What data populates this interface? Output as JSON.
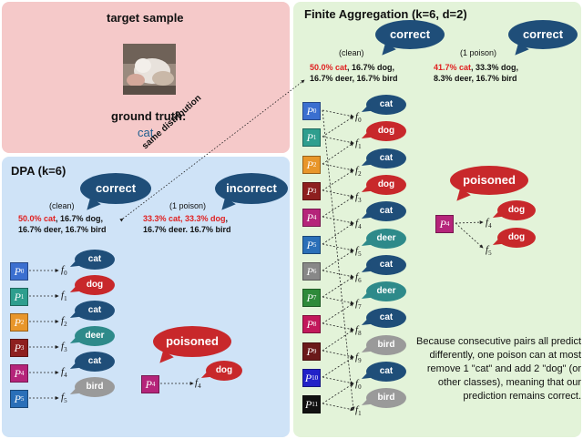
{
  "target": {
    "title": "target sample",
    "ground_truth_label": "ground truth:",
    "ground_truth_value": "cat"
  },
  "link_label": "same distribution",
  "dpa": {
    "title": "DPA (k=6)",
    "correct_bubble": "correct",
    "incorrect_bubble": "incorrect",
    "clean_caption": "(clean)",
    "poison_caption": "(1 poison)",
    "clean_line1_red": "50.0% cat",
    "clean_line1_rest": ", 16.7% dog,",
    "clean_line2": "16.7% deer, 16.7% bird",
    "poison_line1_red": "33.3% cat, 33.3% dog",
    "poison_line1_rest": ",",
    "poison_line2": "16.7% deer. 16.7% bird",
    "partitions": [
      {
        "p": "P",
        "sub": "0",
        "f": "f",
        "fsub": "0",
        "pred": "cat",
        "color": "#3b6fd0",
        "pred_color": "#1f4e79"
      },
      {
        "p": "P",
        "sub": "1",
        "f": "f",
        "fsub": "1",
        "pred": "dog",
        "color": "#2e9e8e",
        "pred_color": "#c8282b"
      },
      {
        "p": "P",
        "sub": "2",
        "f": "f",
        "fsub": "2",
        "pred": "cat",
        "color": "#e8962a",
        "pred_color": "#1f4e79"
      },
      {
        "p": "P",
        "sub": "3",
        "f": "f",
        "fsub": "3",
        "pred": "deer",
        "color": "#8e1f1f",
        "pred_color": "#2e8a8a"
      },
      {
        "p": "P",
        "sub": "4",
        "f": "f",
        "fsub": "4",
        "pred": "cat",
        "color": "#b5247a",
        "pred_color": "#1f4e79"
      },
      {
        "p": "P",
        "sub": "5",
        "f": "f",
        "fsub": "5",
        "pred": "bird",
        "color": "#2a6fb8",
        "pred_color": "#9a9a9a"
      }
    ],
    "poisoned_bubble": "poisoned",
    "poisoned": {
      "p": "P",
      "sub": "4",
      "f": "f",
      "fsub": "4",
      "pred": "dog"
    }
  },
  "fa": {
    "title": "Finite Aggregation (k=6, d=2)",
    "correct_bubble_1": "correct",
    "correct_bubble_2": "correct",
    "clean_caption": "(clean)",
    "poison_caption": "(1 poison)",
    "clean_line1_red": "50.0% cat",
    "clean_line1_rest": ", 16.7% dog,",
    "clean_line2": "16.7% deer, 16.7% bird",
    "poison_line1_red": "41.7% cat",
    "poison_line1_rest": ", 33.3% dog,",
    "poison_line2": "8.3% deer, 16.7% bird",
    "partitions": [
      {
        "p": "P",
        "sub": "0",
        "color": "#3b6fd0"
      },
      {
        "p": "P",
        "sub": "1",
        "color": "#2e9e8e"
      },
      {
        "p": "P",
        "sub": "2",
        "color": "#e8962a"
      },
      {
        "p": "P",
        "sub": "3",
        "color": "#8e1f1f"
      },
      {
        "p": "P",
        "sub": "4",
        "color": "#b5247a"
      },
      {
        "p": "P",
        "sub": "5",
        "color": "#2a6fb8"
      },
      {
        "p": "P",
        "sub": "6",
        "color": "#888888"
      },
      {
        "p": "P",
        "sub": "7",
        "color": "#2e8a3a"
      },
      {
        "p": "P",
        "sub": "8",
        "color": "#c2185b"
      },
      {
        "p": "P",
        "sub": "9",
        "color": "#6b1a1a"
      },
      {
        "p": "P",
        "sub": "10",
        "color": "#2222c8"
      },
      {
        "p": "P",
        "sub": "11",
        "color": "#111111"
      }
    ],
    "classifiers": [
      {
        "f": "f",
        "sub": "0",
        "pred": "cat",
        "pred_color": "#1f4e79"
      },
      {
        "f": "f",
        "sub": "1",
        "pred": "dog",
        "pred_color": "#c8282b"
      },
      {
        "f": "f",
        "sub": "2",
        "pred": "cat",
        "pred_color": "#1f4e79"
      },
      {
        "f": "f",
        "sub": "3",
        "pred": "dog",
        "pred_color": "#c8282b"
      },
      {
        "f": "f",
        "sub": "4",
        "pred": "cat",
        "pred_color": "#1f4e79"
      },
      {
        "f": "f",
        "sub": "5",
        "pred": "deer",
        "pred_color": "#2e8a8a"
      },
      {
        "f": "f",
        "sub": "6",
        "pred": "cat",
        "pred_color": "#1f4e79"
      },
      {
        "f": "f",
        "sub": "7",
        "pred": "deer",
        "pred_color": "#2e8a8a"
      },
      {
        "f": "f",
        "sub": "8",
        "pred": "cat",
        "pred_color": "#1f4e79"
      },
      {
        "f": "f",
        "sub": "9",
        "pred": "bird",
        "pred_color": "#9a9a9a"
      },
      {
        "f": "f",
        "sub": "0",
        "pred": "cat",
        "pred_color": "#1f4e79"
      },
      {
        "f": "f",
        "sub": "1",
        "pred": "bird",
        "pred_color": "#9a9a9a"
      }
    ],
    "poisoned_bubble": "poisoned",
    "poisoned": {
      "p": "P",
      "sub": "4",
      "f1": "f",
      "f1sub": "4",
      "pred1": "dog",
      "f2": "f",
      "f2sub": "5",
      "pred2": "dog"
    },
    "explanation": "Because consecutive pairs all predict differently, one poison can at most remove 1 \"cat\" and add 2 \"dog\" (or other classes), meaning that our prediction remains correct."
  },
  "colors": {
    "target_bg": "#f5c9c9",
    "dpa_bg": "#cfe3f7",
    "fa_bg": "#e3f3d9",
    "correct_bubble": "#1f4e79",
    "incorrect_bubble": "#1f4e79",
    "poisoned_bubble": "#c8282b",
    "red_text": "#e02020"
  }
}
